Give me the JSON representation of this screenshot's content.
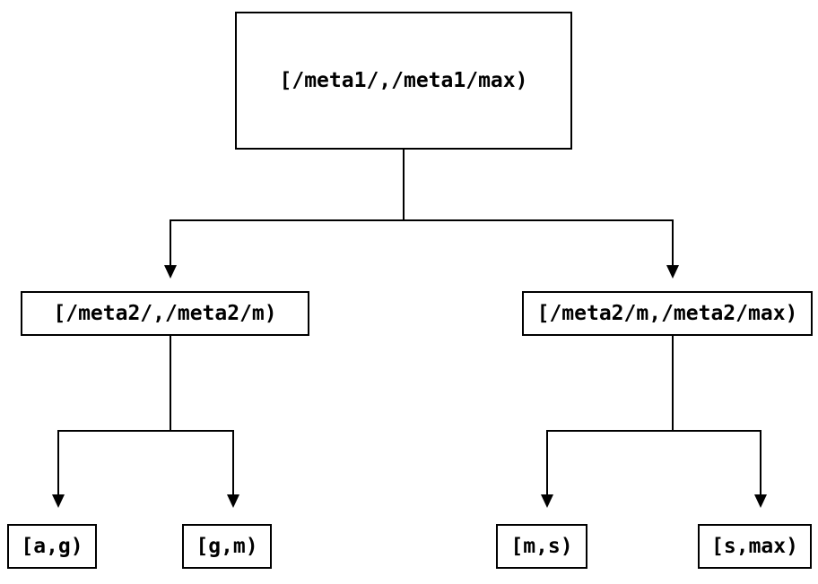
{
  "diagram": {
    "type": "interval-partition-tree",
    "colors": {
      "line_color": "#000000",
      "bg_color": "#ffffff",
      "text_color": "#000000"
    },
    "icons": {
      "arrowhead": "triangle-down"
    },
    "nodes": {
      "root": {
        "label": "[/meta1/,/meta1/max)"
      },
      "left": {
        "label": "[/meta2/,/meta2/m)"
      },
      "right": {
        "label": "[/meta2/m,/meta2/max)"
      },
      "leaf_ag": {
        "label": "[a,g)"
      },
      "leaf_gm": {
        "label": "[g,m)"
      },
      "leaf_ms": {
        "label": "[m,s)"
      },
      "leaf_smax": {
        "label": "[s,max)"
      }
    },
    "edges": [
      {
        "from": "root",
        "to": "left"
      },
      {
        "from": "root",
        "to": "right"
      },
      {
        "from": "left",
        "to": "leaf_ag"
      },
      {
        "from": "left",
        "to": "leaf_gm"
      },
      {
        "from": "right",
        "to": "leaf_ms"
      },
      {
        "from": "right",
        "to": "leaf_smax"
      }
    ]
  }
}
